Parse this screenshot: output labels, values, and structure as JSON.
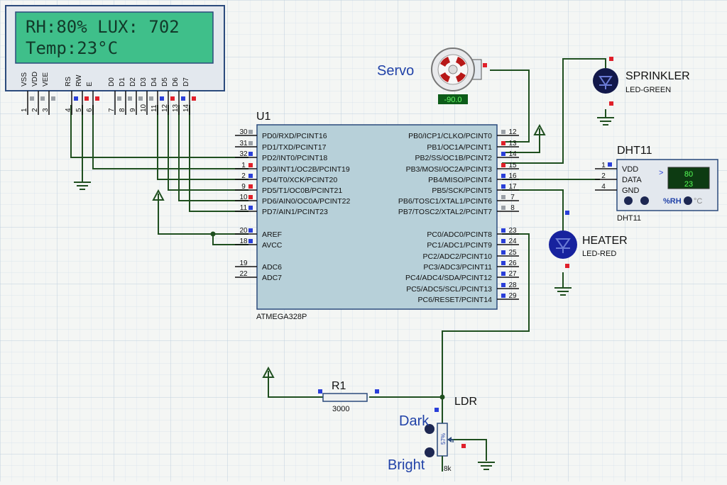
{
  "lcd": {
    "line1": "RH:80% LUX: 702",
    "line2": "Temp:23°C",
    "pins": [
      {
        "name": "VSS",
        "num": "1"
      },
      {
        "name": "VDD",
        "num": "2"
      },
      {
        "name": "VEE",
        "num": "3"
      },
      {
        "name": "RS",
        "num": "4"
      },
      {
        "name": "RW",
        "num": "5"
      },
      {
        "name": "E",
        "num": "6"
      },
      {
        "name": "D0",
        "num": "7"
      },
      {
        "name": "D1",
        "num": "8"
      },
      {
        "name": "D2",
        "num": "9"
      },
      {
        "name": "D3",
        "num": "10"
      },
      {
        "name": "D4",
        "num": "11"
      },
      {
        "name": "D5",
        "num": "12"
      },
      {
        "name": "D6",
        "num": "13"
      },
      {
        "name": "D7",
        "num": "14"
      }
    ]
  },
  "mcu": {
    "ref": "U1",
    "part": "ATMEGA328P",
    "left_pins": [
      {
        "num": "30",
        "label": "PD0/RXD/PCINT16"
      },
      {
        "num": "31",
        "label": "PD1/TXD/PCINT17"
      },
      {
        "num": "32",
        "label": "PD2/INT0/PCINT18"
      },
      {
        "num": "1",
        "label": "PD3/INT1/OC2B/PCINT19"
      },
      {
        "num": "2",
        "label": "PD4/T0/XCK/PCINT20"
      },
      {
        "num": "9",
        "label": "PD5/T1/OC0B/PCINT21"
      },
      {
        "num": "10",
        "label": "PD6/AIN0/OC0A/PCINT22"
      },
      {
        "num": "11",
        "label": "PD7/AIN1/PCINT23"
      },
      {
        "num": "20",
        "label": "AREF"
      },
      {
        "num": "18",
        "label": "AVCC"
      },
      {
        "num": "19",
        "label": "ADC6"
      },
      {
        "num": "22",
        "label": "ADC7"
      }
    ],
    "right_pins": [
      {
        "num": "12",
        "label": "PB0/ICP1/CLKO/PCINT0"
      },
      {
        "num": "13",
        "label": "PB1/OC1A/PCINT1"
      },
      {
        "num": "14",
        "label": "PB2/SS/OC1B/PCINT2"
      },
      {
        "num": "15",
        "label": "PB3/MOSI/OC2A/PCINT3"
      },
      {
        "num": "16",
        "label": "PB4/MISO/PCINT4"
      },
      {
        "num": "17",
        "label": "PB5/SCK/PCINT5"
      },
      {
        "num": "7",
        "label": "PB6/TOSC1/XTAL1/PCINT6"
      },
      {
        "num": "8",
        "label": "PB7/TOSC2/XTAL2/PCINT7"
      },
      {
        "num": "23",
        "label": "PC0/ADC0/PCINT8"
      },
      {
        "num": "24",
        "label": "PC1/ADC1/PCINT9"
      },
      {
        "num": "25",
        "label": "PC2/ADC2/PCINT10"
      },
      {
        "num": "26",
        "label": "PC3/ADC3/PCINT11"
      },
      {
        "num": "27",
        "label": "PC4/ADC4/SDA/PCINT12"
      },
      {
        "num": "28",
        "label": "PC5/ADC5/SCL/PCINT13"
      },
      {
        "num": "29",
        "label": "PC6/RESET/PCINT14"
      }
    ]
  },
  "servo": {
    "label": "Servo",
    "angle": "-90.0"
  },
  "sprinkler": {
    "label": "SPRINKLER",
    "type": "LED-GREEN"
  },
  "heater": {
    "label": "HEATER",
    "type": "LED-RED"
  },
  "dht11": {
    "title": "DHT11",
    "footer": "DHT11",
    "pins": [
      {
        "num": "1",
        "label": "VDD"
      },
      {
        "num": "2",
        "label": "DATA"
      },
      {
        "num": "4",
        "label": "GND"
      }
    ],
    "humidity": "80",
    "temperature": "23",
    "arrow": ">",
    "unit_rh": "%RH",
    "unit_c": "°C"
  },
  "resistor": {
    "ref": "R1",
    "value": "3000"
  },
  "ldr": {
    "label": "LDR",
    "dark": "Dark",
    "bright": "Bright",
    "percent": "57%",
    "value": "8k"
  },
  "colors": {
    "wire": "#1f4f1f",
    "blue_label": "#2142a8",
    "lcd_bg": "#3fbf8a",
    "pin_red": "#e0202a",
    "pin_blue": "#2a3fd8",
    "grid": "#c6d6e3"
  }
}
